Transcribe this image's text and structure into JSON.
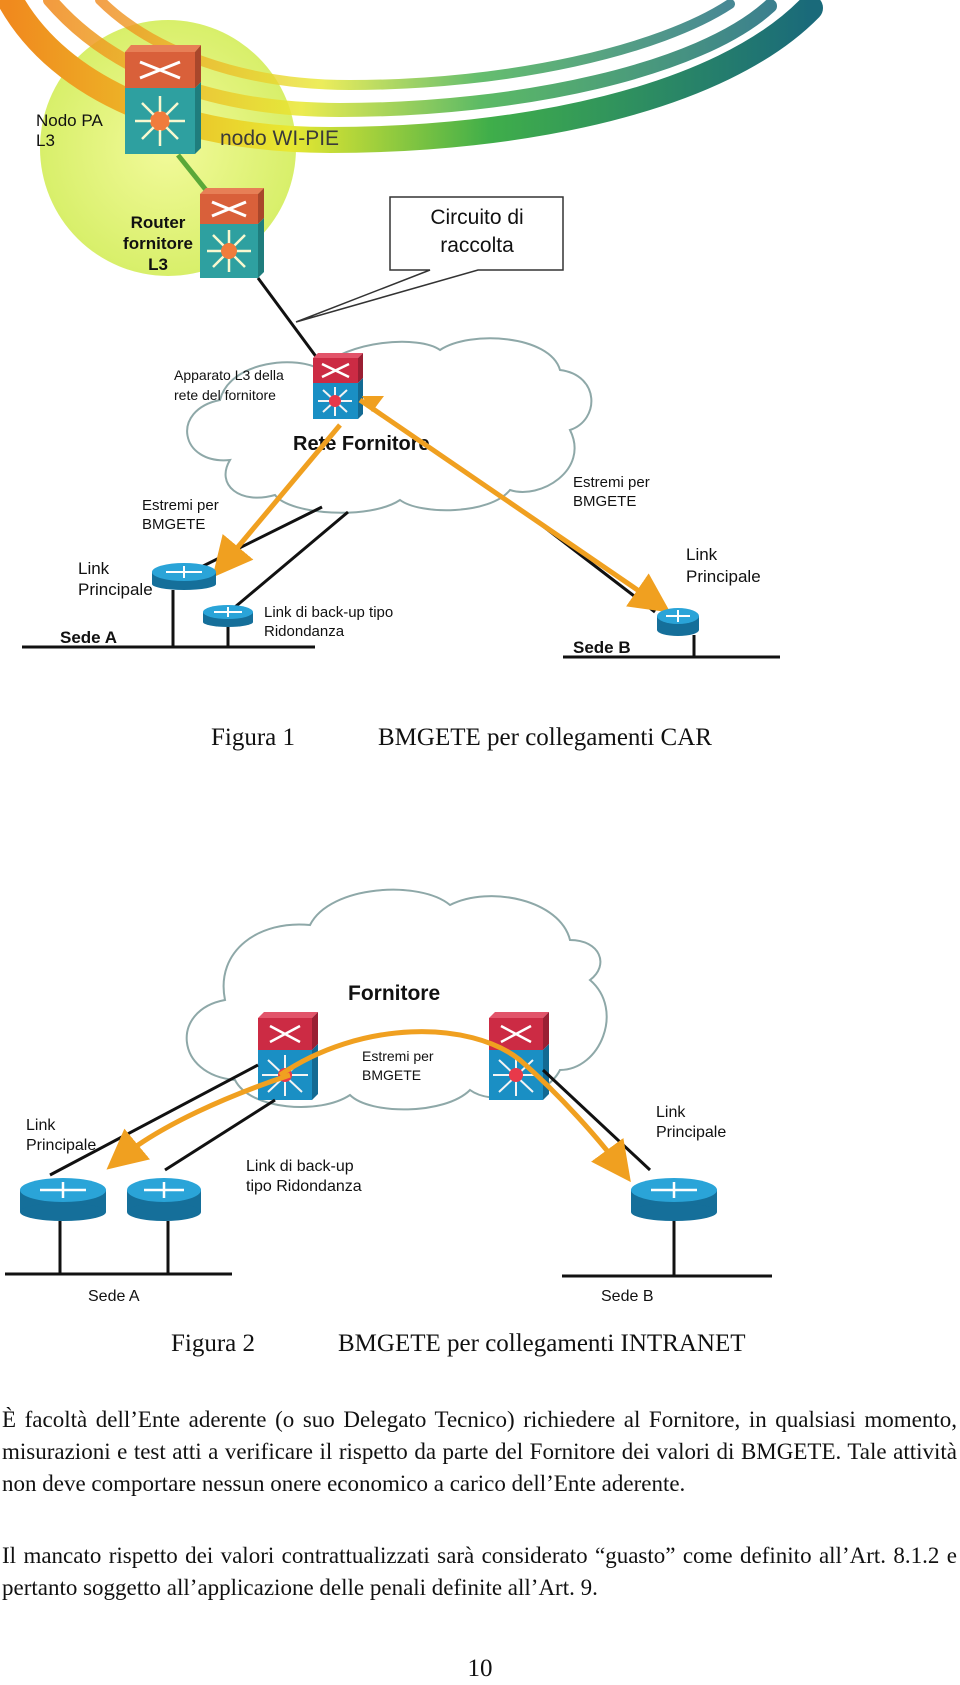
{
  "figure1": {
    "nodo_pa_l1": "Nodo PA",
    "nodo_pa_l2": "L3",
    "nodo_wipie": "nodo WI-PIE",
    "router_fornitore_l1": "Router",
    "router_fornitore_l2": "fornitore",
    "router_fornitore_l3": "L3",
    "circuito_l1": "Circuito di",
    "circuito_l2": "raccolta",
    "apparato_l1": "Apparato L3 della",
    "apparato_l2": "rete del fornitore",
    "rete_fornitore": "Rete  Fornitore",
    "estremi_left_l1": "Estremi per",
    "estremi_left_l2": "BMGETE",
    "estremi_right_l1": "Estremi per",
    "estremi_right_l2": "BMGETE",
    "link_left_l1": "Link",
    "link_left_l2": "Principale",
    "link_right_l1": "Link",
    "link_right_l2": "Principale",
    "backup_l1": "Link di back-up tipo",
    "backup_l2": "Ridondanza",
    "sede_a": "Sede A",
    "sede_b": "Sede B",
    "caption_num": "Figura 1",
    "caption_text": "BMGETE per collegamenti CAR"
  },
  "figure2": {
    "fornitore": "Fornitore",
    "estremi_l1": "Estremi per",
    "estremi_l2": "BMGETE",
    "link_left_l1": "Link",
    "link_left_l2": "Principale",
    "link_right_l1": "Link",
    "link_right_l2": "Principale",
    "backup_l1": "Link di back-up",
    "backup_l2": "tipo Ridondanza",
    "sede_a": "Sede A",
    "sede_b": "Sede B",
    "caption_num": "Figura 2",
    "caption_text": "BMGETE per collegamenti INTRANET"
  },
  "body": {
    "paragraph1": "È facoltà dell’Ente aderente (o suo Delegato Tecnico) richiedere al Fornitore, in qualsiasi momento, misurazioni e test atti a verificare il rispetto da parte del Fornitore dei valori di BMGETE. Tale attività non deve comportare nessun onere economico a carico dell’Ente aderente.",
    "paragraph2": "Il mancato rispetto dei valori contrattualizzati sarà considerato “guasto” come definito all’Art. 8.1.2 e pertanto soggetto all’applicazione delle penali definite all’Art. 9."
  },
  "page_number": "10",
  "colors": {
    "arrow": "#f0a020",
    "device_blue": "#1a8fc4",
    "device_red": "#d23a3a",
    "halo": "#e6f57a",
    "cloud_stroke": "#8ea8a8"
  }
}
